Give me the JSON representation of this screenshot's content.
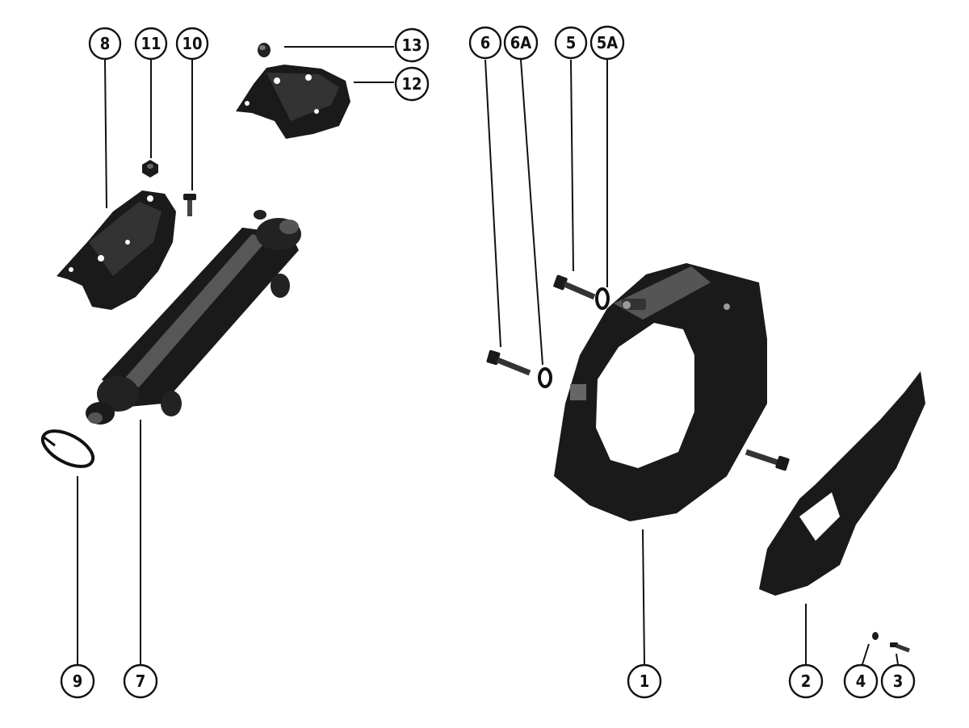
{
  "diagram": {
    "callouts": {
      "c1": "1",
      "c2": "2",
      "c3": "3",
      "c4": "4",
      "c5": "5",
      "c5a": "5A",
      "c6": "6",
      "c6a": "6A",
      "c7": "7",
      "c8": "8",
      "c9": "9",
      "c10": "10",
      "c11": "11",
      "c12": "12",
      "c13": "13"
    },
    "colors": {
      "ink": "#111111",
      "background": "#ffffff",
      "part_fill": "#1a1a1a",
      "highlight": "#8a8a8a"
    }
  }
}
